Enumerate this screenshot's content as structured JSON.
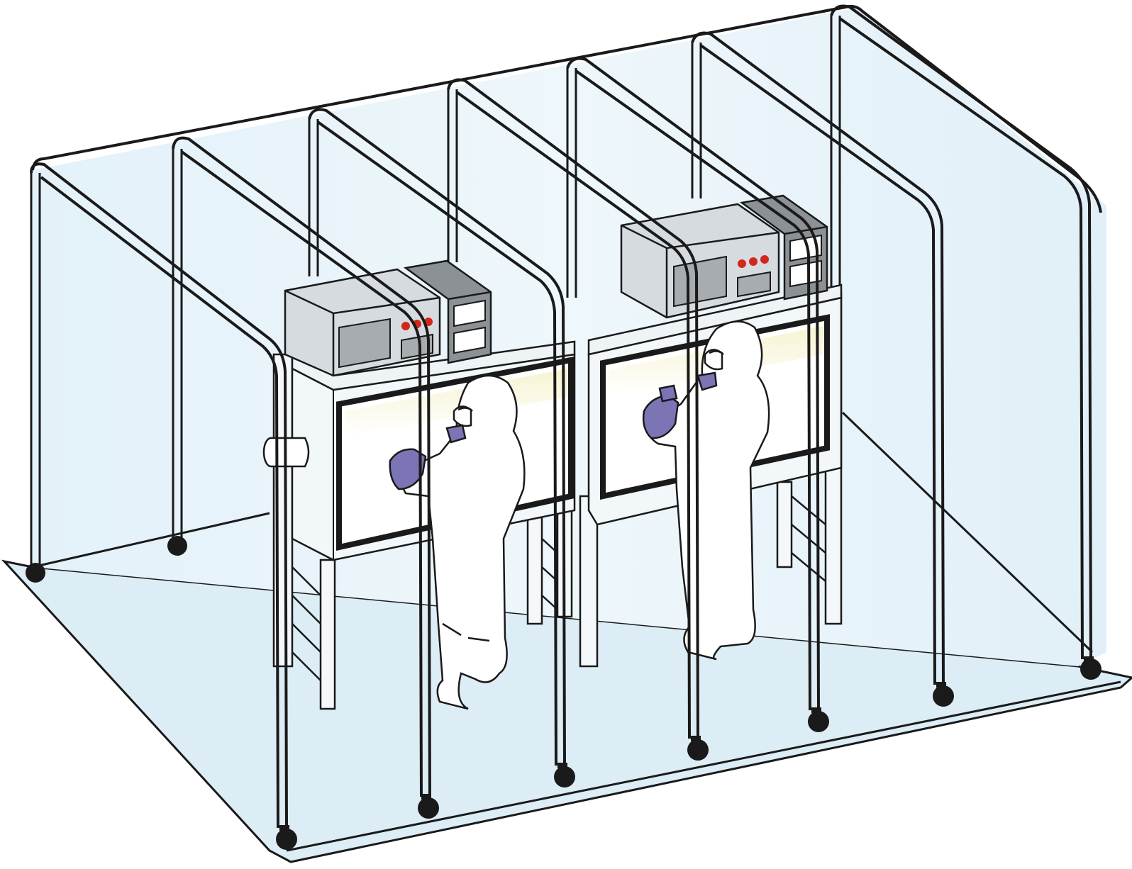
{
  "illustration": {
    "subject": "clean booth",
    "workers": 2,
    "arches": 7,
    "workstations": 2,
    "colors": {
      "tent_film": "#e6f3fa",
      "tent_floor": "#dcedf6",
      "frame": "#1a1a1a",
      "equipment_light": "#d6dbe0",
      "equipment_dark": "#8c9196",
      "screen": "#a7acb1",
      "indicator_lights": "#d3271d",
      "gloves": "#7b74b5",
      "hood_glow": "#f6f3cf",
      "suit": "#ffffff"
    }
  }
}
